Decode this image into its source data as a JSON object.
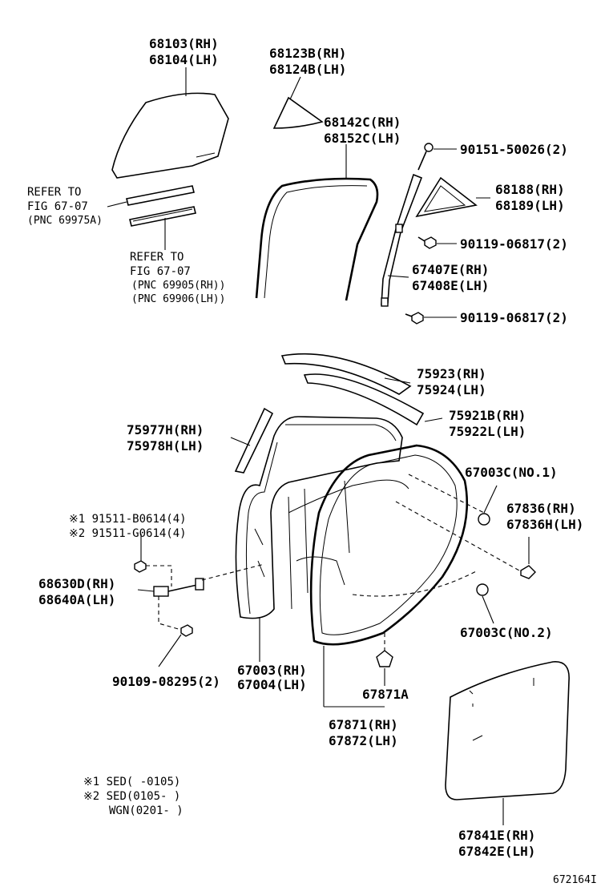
{
  "callouts": {
    "glass_rh": "68103(RH)",
    "glass_lh": "68104(LH)",
    "quarter_glass_rh": "68123B(RH)",
    "quarter_glass_lh": "68124B(LH)",
    "run_rh": "68142C(RH)",
    "run_lh": "68152C(LH)",
    "screw_top": "90151-50026(2)",
    "quarter_win_rh": "68188(RH)",
    "quarter_win_lh": "68189(LH)",
    "bolt_mid": "90119-06817(2)",
    "channel_rh": "67407E(RH)",
    "channel_lh": "67408E(LH)",
    "bolt_low": "90119-06817(2)",
    "refer1_line1": "REFER TO",
    "refer1_line2": "FIG 67-07",
    "refer1_line3": "(PNC 69975A)",
    "refer2_line1": "REFER TO",
    "refer2_line2": "FIG 67-07",
    "refer2_line3": "(PNC 69905(RH))",
    "refer2_line4": "(PNC 69906(LH))",
    "mould_upper_rh": "75923(RH)",
    "mould_upper_lh": "75924(LH)",
    "mould_outer_rh": "75921B(RH)",
    "mould_outer_lh": "75922L(LH)",
    "mould_pillar_rh": "75977H(RH)",
    "mould_pillar_lh": "75978H(LH)",
    "plug1": "67003C(NO.1)",
    "bolt_note1": "※1 91511-B0614(4)",
    "bolt_note2": "※2 91511-G0614(4)",
    "cushion_rh": "67836(RH)",
    "cushion_lh": "67836H(LH)",
    "check_rh": "68630D(RH)",
    "check_lh": "68640A(LH)",
    "plug2": "67003C(NO.2)",
    "bolt_check": "90109-08295(2)",
    "door_rh": "67003(RH)",
    "door_lh": "67004(LH)",
    "clip": "67871A",
    "weather_rh": "67871(RH)",
    "weather_lh": "67872(LH)",
    "note1": "※1 SED(      -0105)",
    "note2": "※2 SED(0105-      )",
    "note3": "WGN(0201-      )",
    "hole_cover_rh": "67841E(RH)",
    "hole_cover_lh": "67842E(LH)",
    "figure_code": "672164I"
  }
}
